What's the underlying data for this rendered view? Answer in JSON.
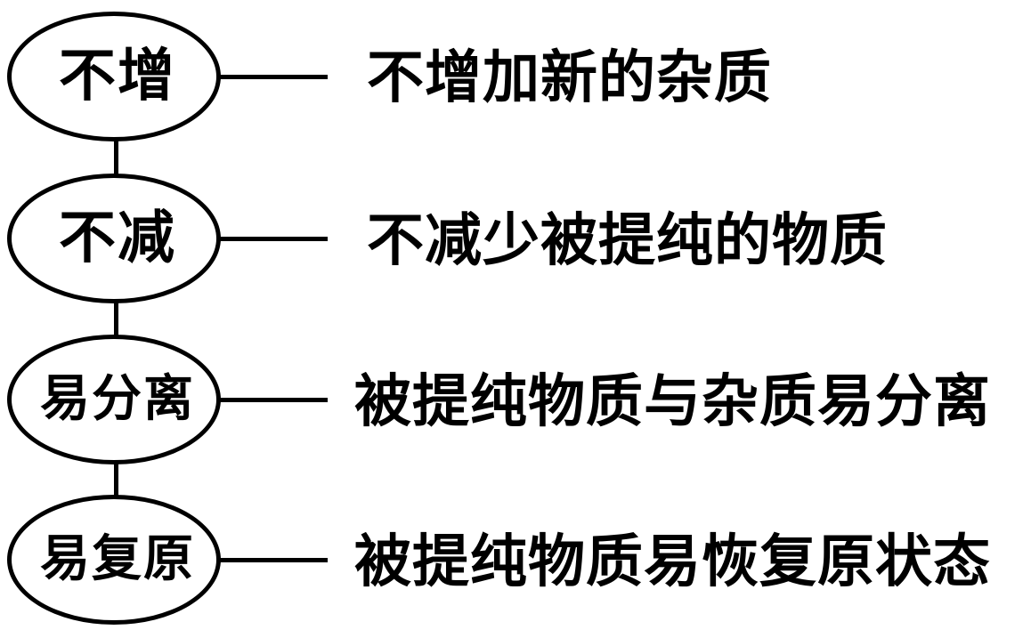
{
  "diagram": {
    "topic": "purification-principles",
    "background_color": "#ffffff",
    "stroke_color": "#000000",
    "text_color": "#000000",
    "rows": [
      {
        "node_label": "不增",
        "description": "不增加新的杂质"
      },
      {
        "node_label": "不减",
        "description": "不减少被提纯的物质"
      },
      {
        "node_label": "易分离",
        "description": "被提纯物质与杂质易分离"
      },
      {
        "node_label": "易复原",
        "description": "被提纯物质易恢复原状态"
      }
    ]
  }
}
